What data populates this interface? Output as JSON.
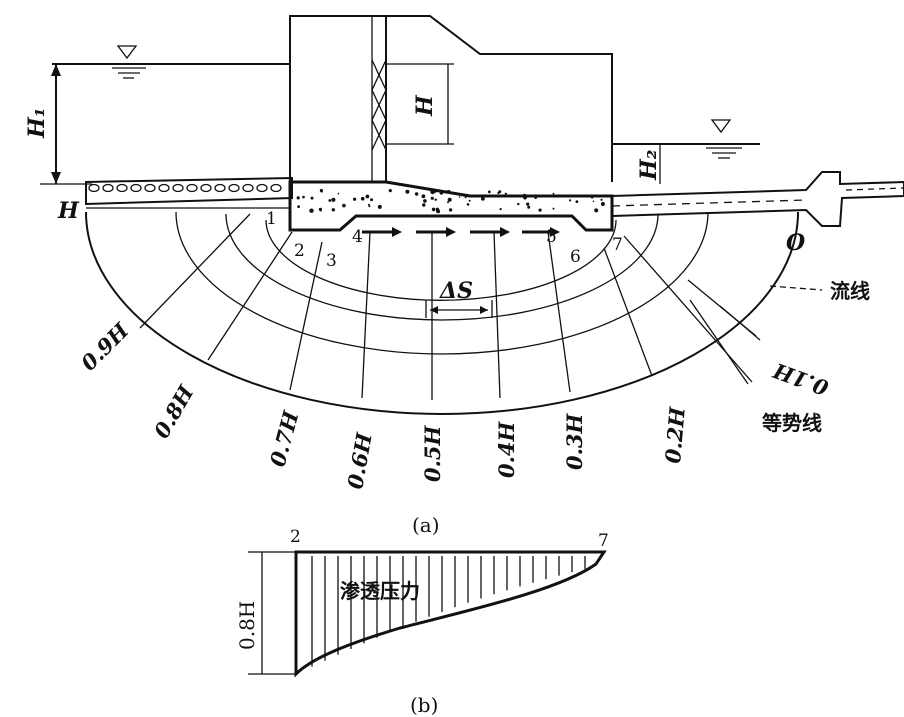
{
  "part_a": {
    "caption": "(a)",
    "label_headwater_H": "H",
    "label_H1": "H₁",
    "label_H": "H",
    "label_H2": "H₂",
    "label_O": "O",
    "label_delta_s": "ΔS",
    "points": [
      "1",
      "2",
      "3",
      "4",
      "5",
      "6",
      "7"
    ],
    "flow_line_label": "流线",
    "equipotential_label": "等势线",
    "equipotential_values": [
      "0.9H",
      "0.8H",
      "0.7H",
      "0.6H",
      "0.5H",
      "0.4H",
      "0.3H",
      "0.2H",
      "0.1H"
    ]
  },
  "part_b": {
    "caption": "(b)",
    "left_point": "2",
    "right_point": "7",
    "height_label": "0.8H",
    "region_label": "渗透压力"
  }
}
